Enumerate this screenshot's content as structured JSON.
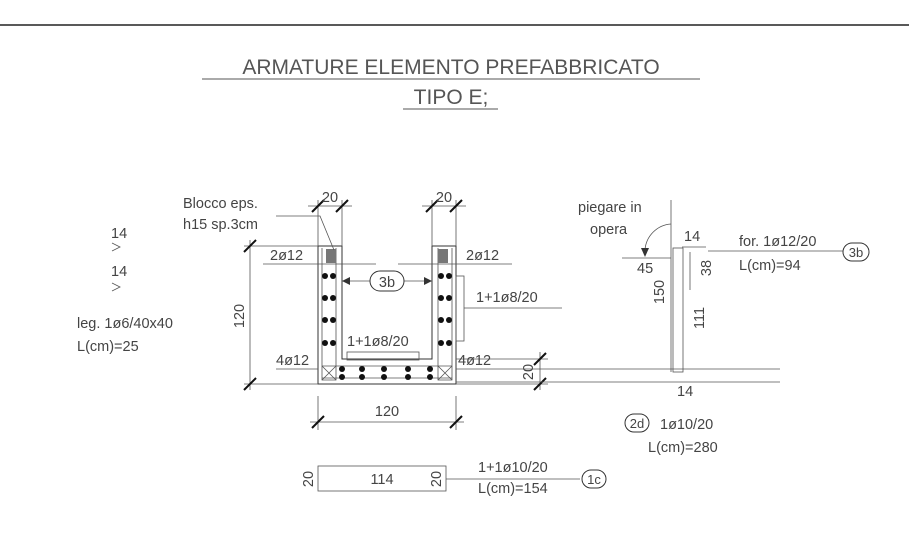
{
  "title_line1": "ARMATURE ELEMENTO PREFABBRICATO",
  "title_line2": "TIPO E;",
  "section": {
    "dim_wall_left": "20",
    "dim_wall_right": "20",
    "dim_height": "120",
    "dim_width": "120",
    "dim_base": "20",
    "note_block_1": "Blocco eps.",
    "note_block_2": "h15 sp.3cm",
    "bars_top_left": "2ø12",
    "bars_top_right": "2ø12",
    "bars_side": "1+1ø8/20",
    "bars_inner": "1+1ø8/20",
    "bars_bottom_left": "4ø12",
    "bars_bottom_right": "4ø12",
    "mark_3b": "3b"
  },
  "stirrup": {
    "dim_a": "14",
    "dim_b": "14",
    "label": "leg. 1ø6/40x40",
    "length": "L(cm)=25"
  },
  "bent_bar": {
    "note_1": "piegare in",
    "note_2": "opera",
    "dim_top": "14",
    "dim_angle": "45",
    "dim_38": "38",
    "dim_150": "150",
    "dim_111": "111",
    "dim_bottom": "14",
    "label": "for. 1ø12/20",
    "length": "L(cm)=94",
    "mark": "3b"
  },
  "bar_2d": {
    "mark": "2d",
    "label": "1ø10/20",
    "length": "L(cm)=280"
  },
  "bar_1c": {
    "dim_left": "20",
    "dim_mid": "114",
    "dim_right": "20",
    "label": "1+1ø10/20",
    "length": "L(cm)=154",
    "mark": "1c"
  }
}
